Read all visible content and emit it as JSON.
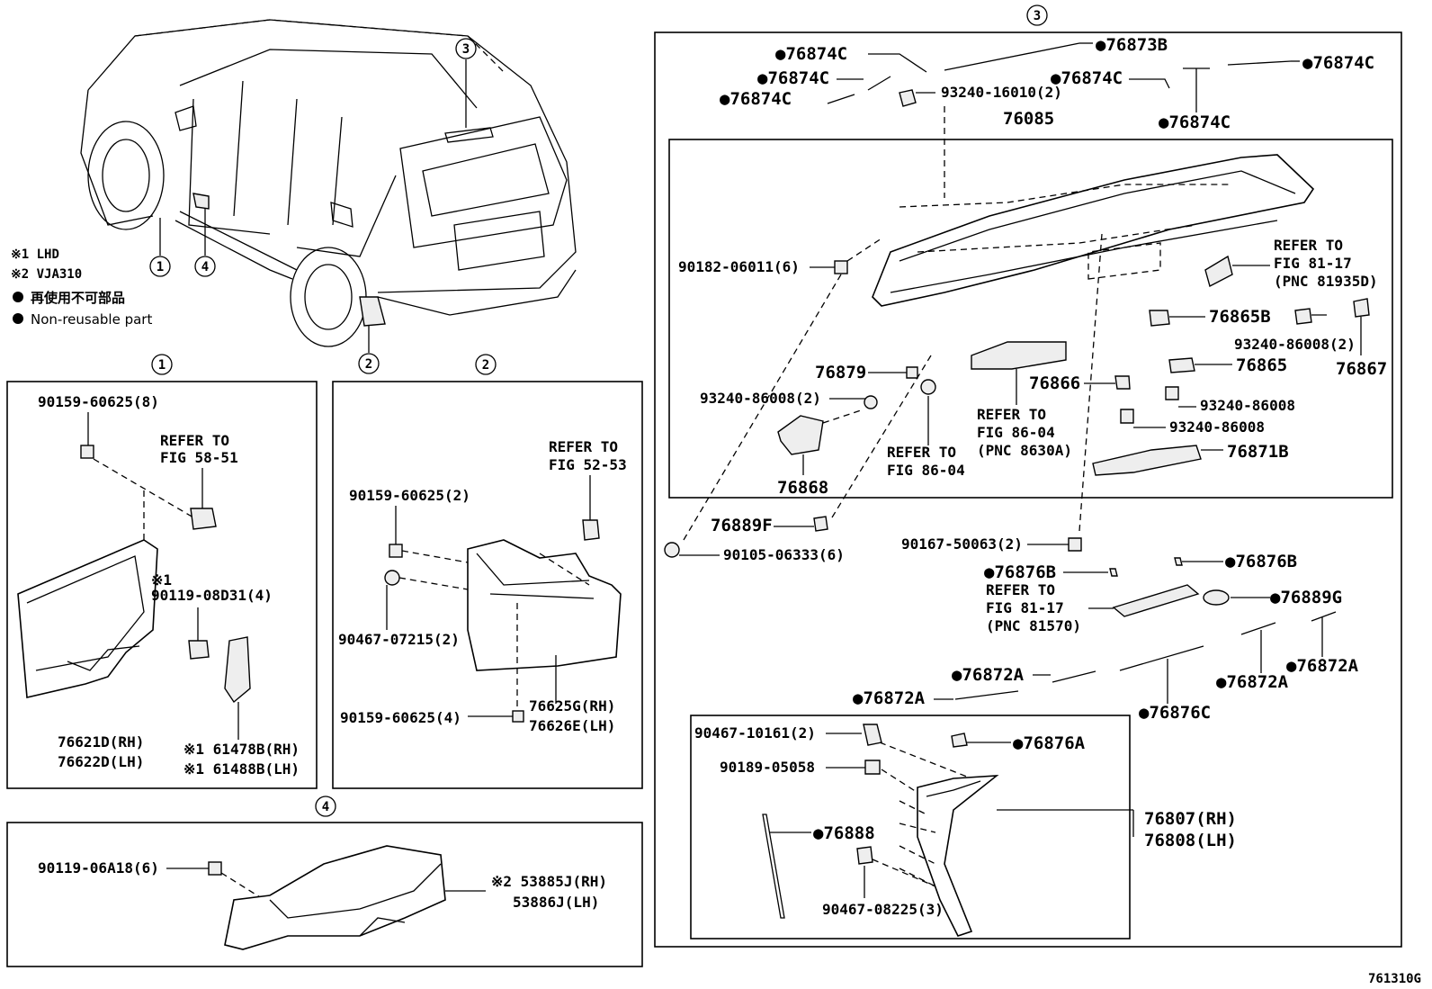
{
  "legend": {
    "note1": "※1 LHD",
    "note2": "※2 VJA310",
    "jp_note": "再使用不可部品",
    "en_note": "Non-reusable part"
  },
  "callouts": {
    "c1": "1",
    "c2": "2",
    "c3": "3",
    "c4": "4"
  },
  "figure_id": "761310G",
  "section1": {
    "bolt": "90159-60625(8)",
    "refer_1": "REFER TO",
    "refer_2": "FIG 58-51",
    "note_lhd": "※1",
    "screw": "90119-08D31(4)",
    "mudguard_rh": "76621D(RH)",
    "mudguard_lh": "76622D(LH)",
    "bracket_rh": "※1 61478B(RH)",
    "bracket_lh": "※1 61488B(LH)"
  },
  "section2": {
    "refer_1": "REFER TO",
    "refer_2": "FIG 52-53",
    "bolt_top": "90159-60625(2)",
    "clip": "90467-07215(2)",
    "bolt_bottom": "90159-60625(4)",
    "mudguard_rh": "76625G(RH)",
    "mudguard_lh": "76626E(LH)"
  },
  "section4": {
    "screw": "90119-06A18(6)",
    "cover_rh": "※2 53885J(RH)",
    "cover_lh": "53886J(LH)"
  },
  "section3": {
    "p_76874C_1": "●76874C",
    "p_76873B": "●76873B",
    "p_76874C_2": "●76874C",
    "p_76874C_3": "●76874C",
    "screw_top": "93240-16010(2)",
    "p_76874C_4": "●76874C",
    "p_76874C_5": "●76874C",
    "p_76874C_6": "●76874C",
    "spoiler": "76085",
    "refer_a1": "REFER TO",
    "refer_a2": "FIG 81-17",
    "refer_a3": "(PNC 81935D)",
    "nut": "90182-06011(6)",
    "p_76865B": "76865B",
    "screw_r1": "93240-86008(2)",
    "p_76867": "76867",
    "p_76879": "76879",
    "p_76865": "76865",
    "screw_l": "93240-86008(2)",
    "p_76866": "76866",
    "screw_r2": "93240-86008",
    "refer_b1": "REFER TO",
    "refer_b2": "FIG 86-04",
    "refer_b3": "(PNC 8630A)",
    "screw_r3": "93240-86008",
    "refer_c1": "REFER TO",
    "refer_c2": "FIG 86-04",
    "p_76871B": "76871B",
    "p_76868": "76868",
    "p_76889F": "76889F",
    "bolt_left": "90105-06333(6)",
    "bolt_mid": "90167-50063(2)",
    "p_76876B_1": "●76876B",
    "p_76876B_2": "●76876B",
    "refer_d1": "REFER TO",
    "refer_d2": "FIG 81-17",
    "refer_d3": "(PNC 81570)",
    "p_76889G": "●76889G",
    "p_76872A_1": "●76872A",
    "p_76872A_2": "●76872A",
    "p_76872A_3": "●76872A",
    "p_76872A_4": "●76872A",
    "p_76876C": "●76876C",
    "clip_a": "90467-10161(2)",
    "p_76876A": "●76876A",
    "clip_b": "90189-05058",
    "p_76888": "●76888",
    "garnish_rh": "76807(RH)",
    "garnish_lh": "76808(LH)",
    "clip_c": "90467-08225(3)"
  }
}
